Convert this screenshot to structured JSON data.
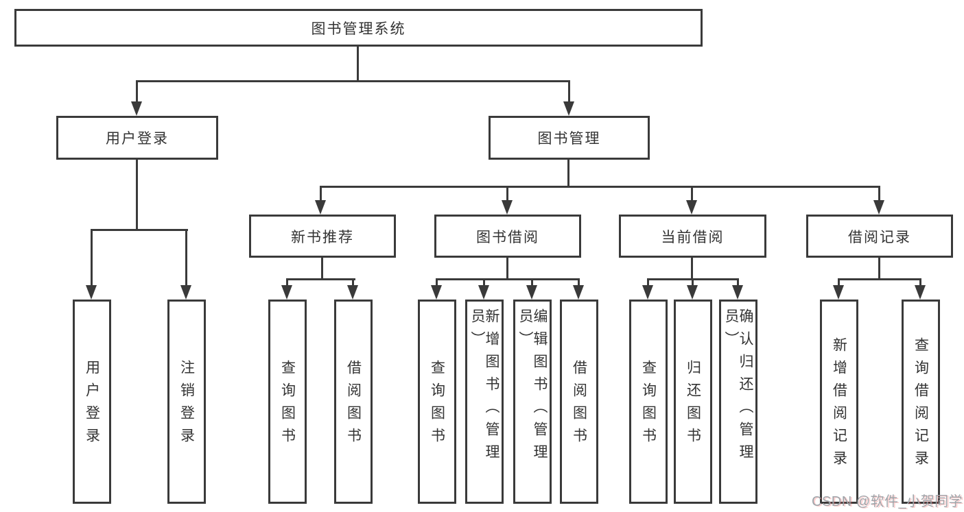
{
  "diagram": {
    "root": {
      "label": "图书管理系统",
      "children": [
        {
          "label": "用户登录",
          "children": [
            {
              "label": "用户登录"
            },
            {
              "label": "注销登录"
            }
          ]
        },
        {
          "label": "图书管理",
          "children": [
            {
              "label": "新书推荐",
              "children": [
                {
                  "label": "查询图书"
                },
                {
                  "label": "借阅图书"
                }
              ]
            },
            {
              "label": "图书借阅",
              "children": [
                {
                  "label": "查询图书"
                },
                {
                  "label": "新增图书（管理员）"
                },
                {
                  "label": "编辑图书（管理员）"
                },
                {
                  "label": "借阅图书"
                }
              ]
            },
            {
              "label": "当前借阅",
              "children": [
                {
                  "label": "查询图书"
                },
                {
                  "label": "归还图书"
                },
                {
                  "label": "确认归还（管理员）"
                }
              ]
            },
            {
              "label": "借阅记录",
              "children": [
                {
                  "label": "新增借阅记录"
                },
                {
                  "label": "查询借阅记录"
                }
              ]
            }
          ]
        }
      ]
    }
  },
  "watermark": {
    "text": "CSDN @软件_小贺同学"
  },
  "colors": {
    "line": "#3a3a3a",
    "text": "#333333",
    "background": "#ffffff",
    "watermark_gray": "#9fa5aa",
    "watermark_accent": "#f45a5a"
  }
}
